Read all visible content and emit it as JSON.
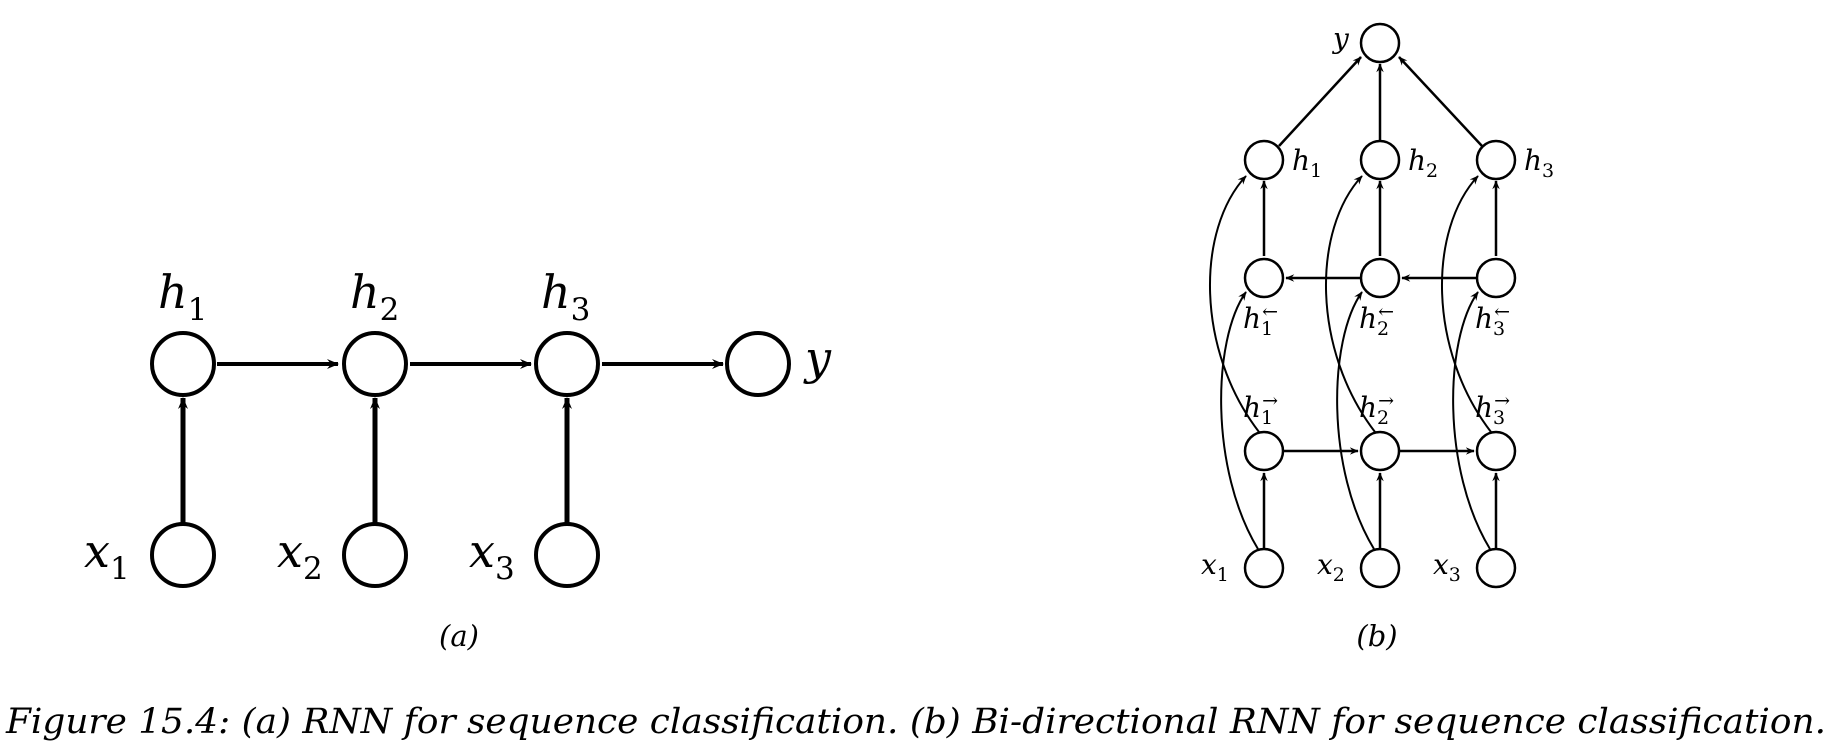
{
  "panel_a": {
    "hidden_labels": [
      "h1",
      "h2",
      "h3"
    ],
    "input_labels": [
      "x1",
      "x2",
      "x3"
    ],
    "output_label": "y",
    "sublabel": "(a)"
  },
  "panel_b": {
    "output_label": "y",
    "top_labels": [
      "h1",
      "h2",
      "h3"
    ],
    "backward_labels": [
      "h1←",
      "h2←",
      "h3←"
    ],
    "forward_labels": [
      "h1→",
      "h2→",
      "h3→"
    ],
    "input_labels": [
      "x1",
      "x2",
      "x3"
    ],
    "sublabel": "(b)"
  },
  "caption": "Figure 15.4: (a) RNN for sequence classification. (b) Bi-directional RNN for sequence classification."
}
